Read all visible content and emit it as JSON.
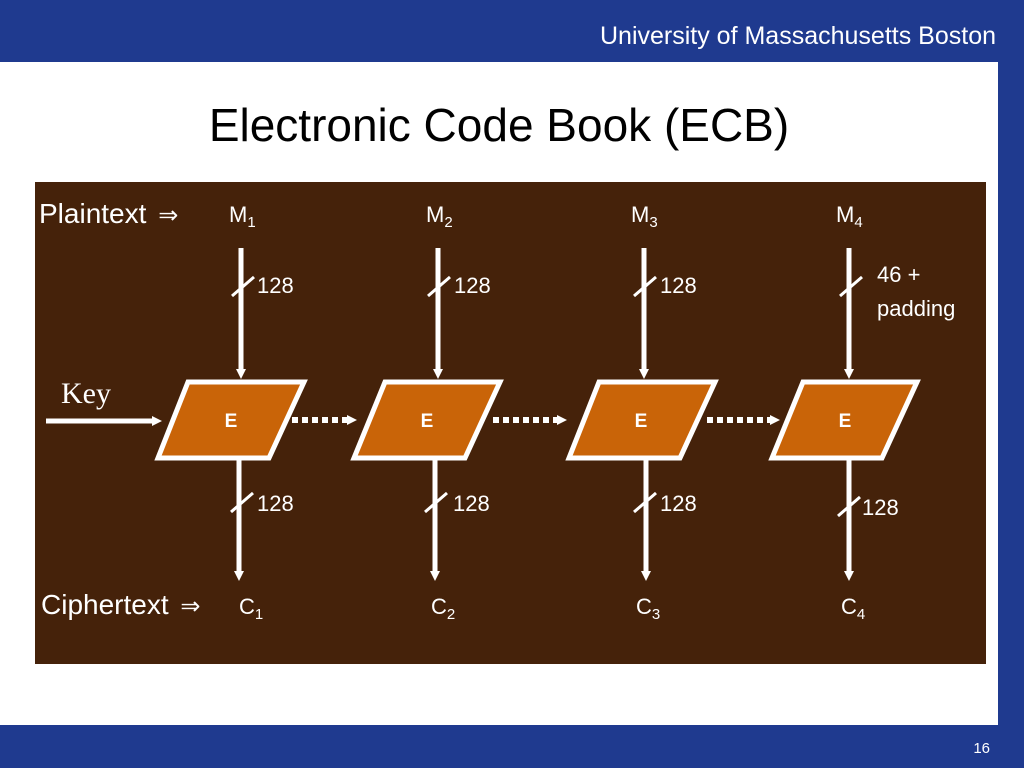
{
  "header": {
    "university": "University of Massachusetts Boston"
  },
  "slide": {
    "title": "Electronic Code Book (ECB)",
    "page_number": "16"
  },
  "diagram": {
    "background_color": "#45220a",
    "block_color": "#c96408",
    "plaintext_label": "Plaintext",
    "ciphertext_label": "Ciphertext",
    "implies_symbol": "⇒",
    "key_label": "Key",
    "blocks": [
      {
        "input": "M",
        "input_sub": "1",
        "input_bits": "128",
        "cipher_label": "E",
        "output_bits": "128",
        "output": "C",
        "output_sub": "1"
      },
      {
        "input": "M",
        "input_sub": "2",
        "input_bits": "128",
        "cipher_label": "E",
        "output_bits": "128",
        "output": "C",
        "output_sub": "2"
      },
      {
        "input": "M",
        "input_sub": "3",
        "input_bits": "128",
        "cipher_label": "E",
        "output_bits": "128",
        "output": "C",
        "output_sub": "3"
      },
      {
        "input": "M",
        "input_sub": "4",
        "input_bits_line1": "46 +",
        "input_bits_line2": "padding",
        "cipher_label": "E",
        "output_bits": "128",
        "output": "C",
        "output_sub": "4"
      }
    ]
  }
}
